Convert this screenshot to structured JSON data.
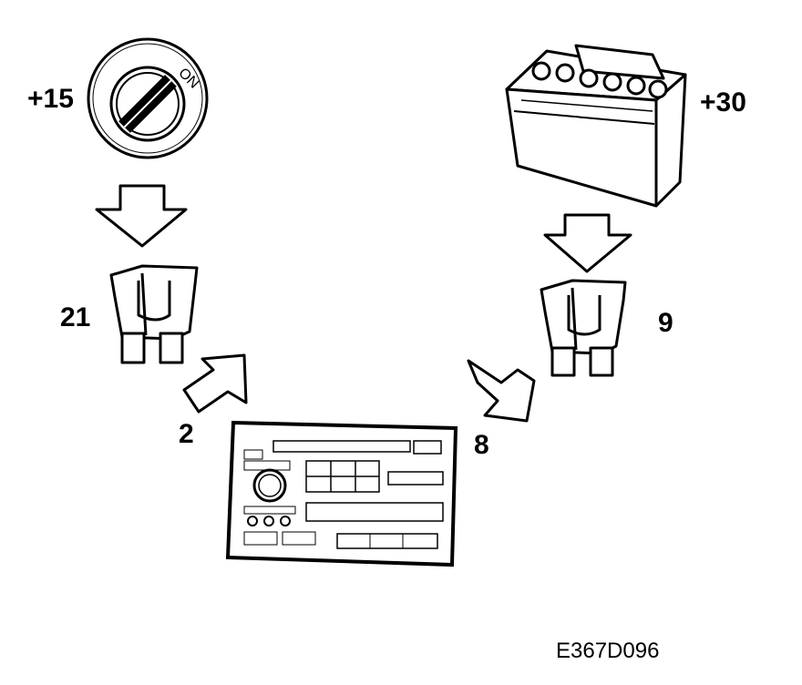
{
  "labels": {
    "ignition_terminal": "+15",
    "battery_terminal": "+30",
    "fuse_left_number": "21",
    "fuse_right_number": "9",
    "pin_left": "2",
    "pin_right": "8",
    "ignition_on_text": "ON",
    "figure_code": "E367D096"
  },
  "icons": [
    "ignition-switch-icon",
    "battery-icon",
    "fuse-icon",
    "arrow-icon",
    "radio-unit-icon"
  ],
  "colors": {
    "ink": "#000000",
    "paper": "#ffffff"
  }
}
